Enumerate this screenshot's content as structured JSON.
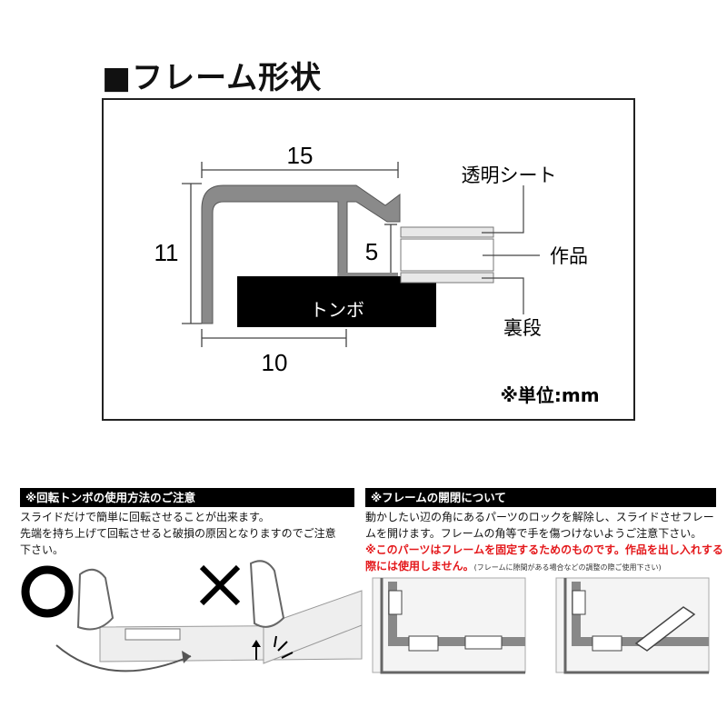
{
  "title": "■フレーム形状",
  "diagram": {
    "dim_width": "15",
    "dim_height": "11",
    "dim_depth": "5",
    "dim_bottom": "10",
    "tombo": "トンボ",
    "label_sheet": "透明シート",
    "label_work": "作品",
    "label_back": "裏段",
    "unit": "※単位:mm"
  },
  "left_panel": {
    "header": "※回転トンボの使用方法のご注意",
    "lines": [
      "スライドだけで簡単に回転させることが出来ます。",
      "先端を持ち上げて回転させると破損の原因となりますのでご注意",
      "下さい。"
    ],
    "ok_symbol": "○",
    "ng_symbol": "×"
  },
  "right_panel": {
    "header": "※フレームの開閉について",
    "lines": [
      "動かしたい辺の角にあるパーツのロックを解除し、スライドさせフレー",
      "ムを開けます。フレームの角等で手を傷つけないようご注意下さい。"
    ],
    "warn1": "※このパーツはフレームを固定するためのものです。作品を出し入れする",
    "warn2": "際には使用しません。",
    "warn2_small": "(フレームに隙間がある場合などの調整の際ご使用下さい)"
  }
}
